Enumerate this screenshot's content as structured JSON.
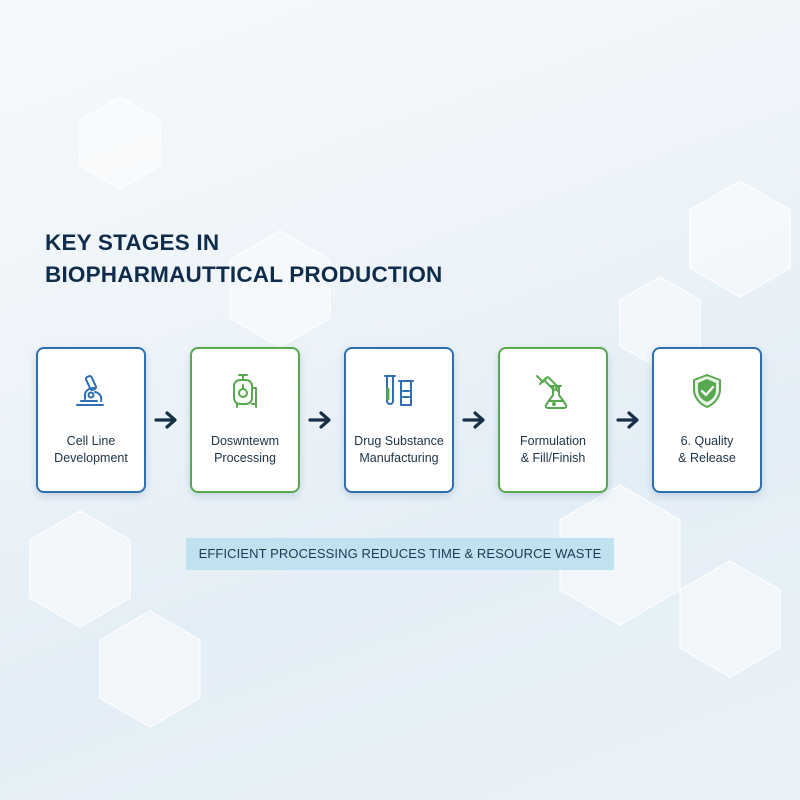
{
  "title": {
    "line1": "KEY STAGES IN",
    "line2": "BIOPHARMAUTTICAL PRODUCTION"
  },
  "colors": {
    "title": "#0f2d4a",
    "blue_border": "#2f6fb0",
    "green_border": "#58a84f",
    "arrow": "#183047",
    "banner_bg": "#bfe1f0"
  },
  "stages": [
    {
      "label": "Cell Line\nDevelopment",
      "icon": "microscope-icon",
      "border": "blue"
    },
    {
      "label": "Doswntewm\nProcessing",
      "icon": "bioreactor-icon",
      "border": "green"
    },
    {
      "label": "Drug Substance\nManufacturing",
      "icon": "test-tubes-icon",
      "border": "blue"
    },
    {
      "label": "Formulation\n& Fill/Finish",
      "icon": "syringe-flask-icon",
      "border": "green"
    },
    {
      "label": "6. Quality\n& Release",
      "icon": "shield-check-icon",
      "border": "blue"
    }
  ],
  "banner": {
    "text": "EFFICIENT PROCESSING REDUCES TIME & RESOURCE WASTE"
  }
}
